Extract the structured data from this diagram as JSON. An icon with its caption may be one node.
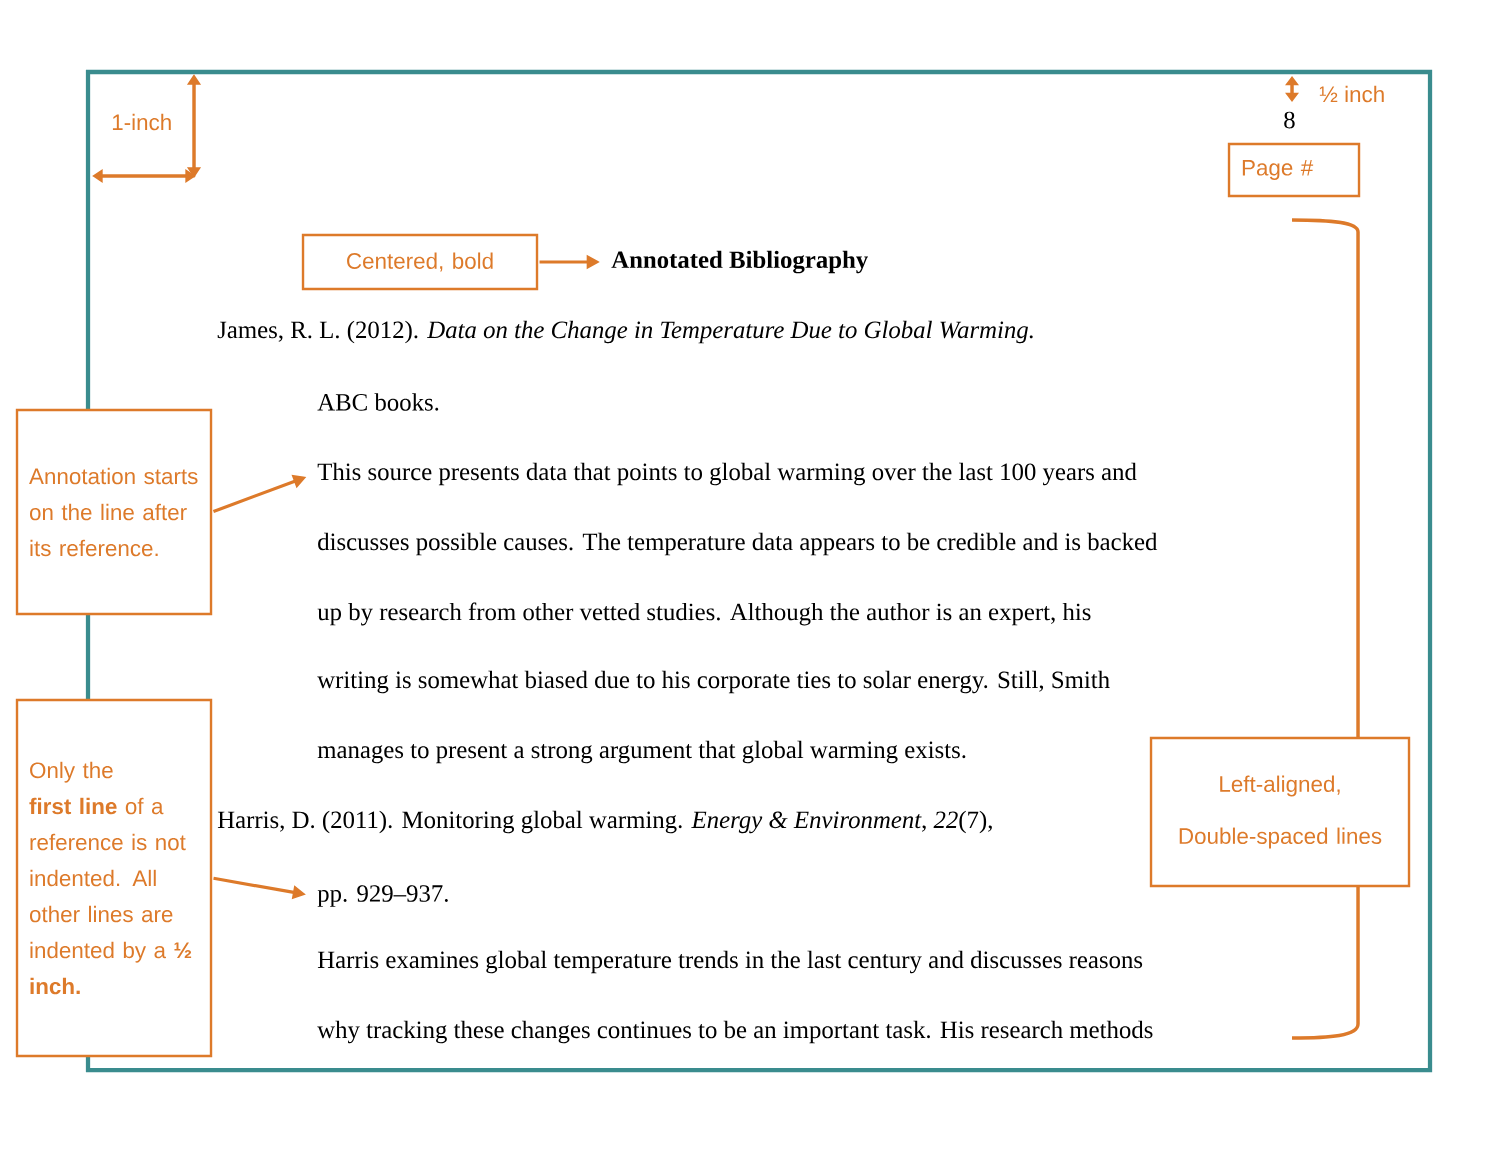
{
  "diagram": {
    "nodes": [
      {
        "text": [
          "Page #"
        ]
      },
      {
        "text": [
          "Centered, bold"
        ]
      },
      {
        "text": [
          "Annotated Bibliography"
        ]
      },
      {
        "text": [
          "Annotation starts on the line after its reference."
        ]
      },
      {
        "text": [
          "This source presents data that points to global warming over the last 100 years and"
        ]
      },
      {
        "text": [
          "Only the **first line** of a reference is not indented. All other lines are indented by a **½ inch.**"
        ]
      },
      {
        "text": [
          "Left-aligned,",
          "Double-spaced lines"
        ]
      },
      {
        "text": [
          "pp. 929–937."
        ]
      }
    ],
    "edges": [
      {
        "from": 1,
        "to": 2,
        "arrow": "to"
      },
      {
        "from": 3,
        "to": 4,
        "arrow": "to"
      },
      {
        "from": 5,
        "to": 7,
        "arrow": "to"
      }
    ],
    "labels": [
      "1-inch",
      "½ inch",
      "8",
      "James, R. L. (2012). *Data on the Change in Temperature Due to Global Warming.*",
      "ABC books.",
      "discusses possible causes. The temperature data appears to be credible and is backed",
      "up by research from other vetted studies. Although the author is an expert, his",
      "writing is somewhat biased due to his corporate ties to solar energy. Still, Smith",
      "manages to present a strong argument that global warming exists.",
      "Harris, D. (2011). Monitoring global warming. *Energy & Environment*, *22*(7),",
      "Harris examines global temperature trends in the last century and discusses reasons",
      "why tracking these changes continues to be an important task. His research methods"
    ]
  }
}
